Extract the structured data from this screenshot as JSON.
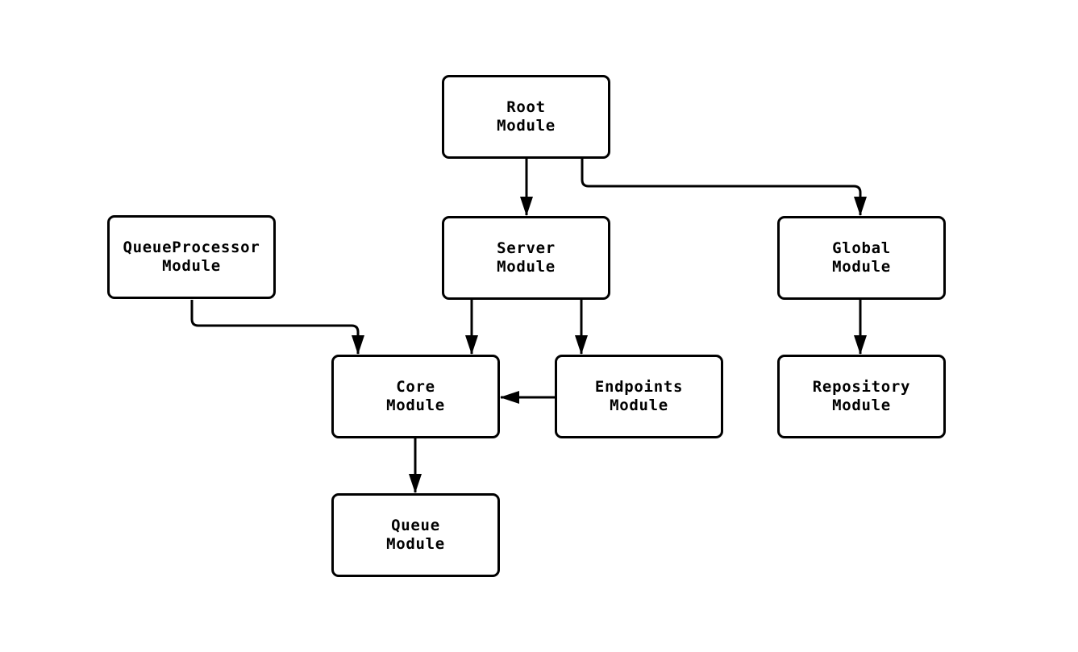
{
  "page": {
    "background_color": "#ffffff"
  },
  "diagram": {
    "type": "flowchart",
    "direction": "top-down",
    "style": {
      "stroke_color": "#000000",
      "node_fill": "#ffffff",
      "text_color": "#000000"
    },
    "nodes": [
      {
        "id": "root",
        "line1": "Root",
        "line2": "Module"
      },
      {
        "id": "queueprocessor",
        "line1": "QueueProcessor",
        "line2": "Module"
      },
      {
        "id": "server",
        "line1": "Server",
        "line2": "Module"
      },
      {
        "id": "global",
        "line1": "Global",
        "line2": "Module"
      },
      {
        "id": "core",
        "line1": "Core",
        "line2": "Module"
      },
      {
        "id": "endpoints",
        "line1": "Endpoints",
        "line2": "Module"
      },
      {
        "id": "repository",
        "line1": "Repository",
        "line2": "Module"
      },
      {
        "id": "queue",
        "line1": "Queue",
        "line2": "Module"
      }
    ],
    "edges": [
      {
        "from": "root",
        "to": "server"
      },
      {
        "from": "root",
        "to": "global"
      },
      {
        "from": "queueprocessor",
        "to": "core"
      },
      {
        "from": "server",
        "to": "core"
      },
      {
        "from": "server",
        "to": "endpoints"
      },
      {
        "from": "endpoints",
        "to": "core"
      },
      {
        "from": "core",
        "to": "queue"
      },
      {
        "from": "global",
        "to": "repository"
      }
    ]
  }
}
